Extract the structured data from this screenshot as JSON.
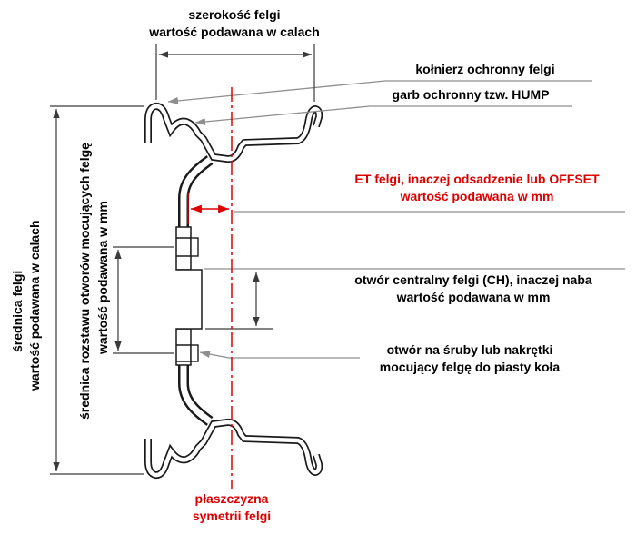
{
  "labels": {
    "rim_width": {
      "line1": "szerokość felgi",
      "line2": "wartość podawana w calach"
    },
    "flange": {
      "text": "kołnierz ochronny felgi"
    },
    "hump": {
      "text": "garb ochronny tzw. HUMP"
    },
    "offset": {
      "line1": "ET felgi, inaczej odsadzenie lub OFFSET",
      "line2": "wartość podawana w mm"
    },
    "center_bore": {
      "line1": "otwór centralny felgi (CH), inaczej naba",
      "line2": "wartość podawana w mm"
    },
    "bolt_holes": {
      "line1": "otwór na śruby lub nakrętki",
      "line2": "mocujący felgę do piasty koła"
    },
    "rim_diameter": {
      "line1": "średnica felgi",
      "line2": "wartość podawana w calach"
    },
    "bolt_circle": {
      "line1": "średnica rozstawu otworów mocujących felgę",
      "line2": "wartość podawana w mm"
    },
    "symmetry_plane": {
      "line1": "płaszczyzna",
      "line2": "symetrii felgi"
    }
  },
  "colors": {
    "accent_red": "#dd0000",
    "drawing_black": "#1a1a1a",
    "dimension_gray": "#3a3a3a",
    "leader_gray": "#8f8f8f",
    "background": "#ffffff"
  }
}
